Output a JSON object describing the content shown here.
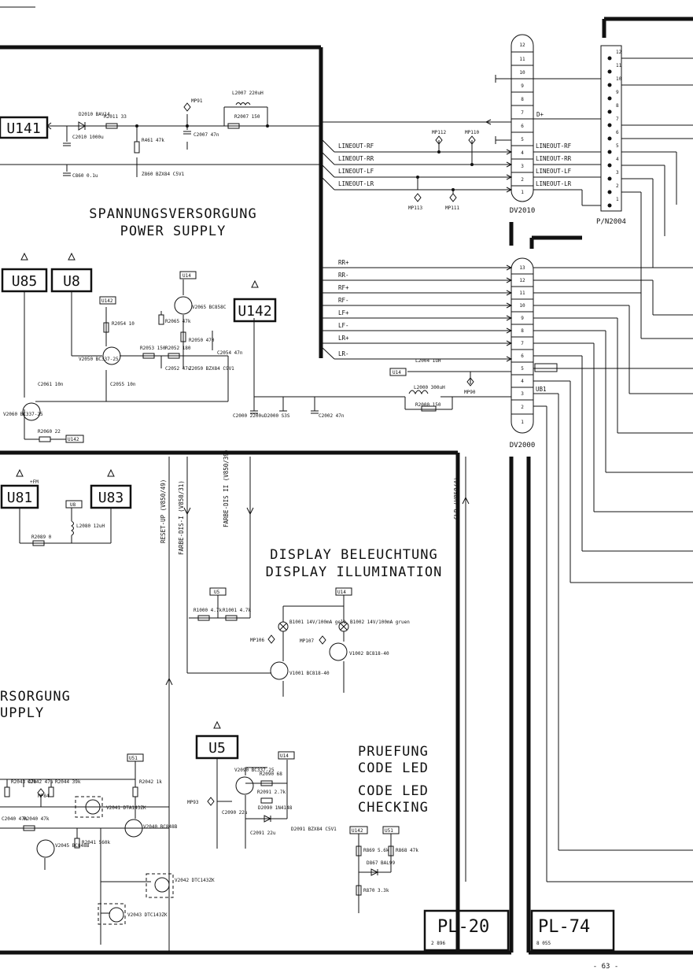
{
  "titles": {
    "power_de": "SPANNUNGSVERSORGUNG",
    "power_en": "POWER SUPPLY",
    "power2_de": "RSORGUNG",
    "power2_en": "UPPLY",
    "display_de": "DISPLAY BELEUCHTUNG",
    "display_en": "DISPLAY ILLUMINATION",
    "check_de_1": "PRUEFUNG",
    "check_de_2": "CODE LED",
    "check_en_1": "CODE LED",
    "check_en_2": "CHECKING"
  },
  "boxes": {
    "u141": "U141",
    "u85": "U85",
    "u8": "U8",
    "u142": "U142",
    "u81": "U81",
    "u83": "U83",
    "u5": "U5"
  },
  "fm_label": "+FM",
  "connectors": {
    "dv2010": "DV2010",
    "pn2004": "P/N2004",
    "dv2000": "DV2000",
    "dv2010_pins": [
      "12",
      "11",
      "10",
      "9",
      "8",
      "7",
      "6",
      "5",
      "4",
      "3",
      "2",
      "1"
    ],
    "dv2000_pins": [
      "13",
      "12",
      "11",
      "10",
      "9",
      "8",
      "7",
      "6",
      "5",
      "4",
      "3",
      "2",
      "1"
    ],
    "pn2004_pins": [
      "12",
      "11",
      "10",
      "9",
      "8",
      "7",
      "6",
      "5",
      "4",
      "3",
      "2",
      "1"
    ]
  },
  "signals": {
    "lineout_left": [
      "LINEOUT-RF",
      "LINEOUT-RR",
      "LINEOUT-LF",
      "LINEOUT-LR"
    ],
    "lineout_right": [
      "LINEOUT-RF",
      "LINEOUT-RR",
      "LINEOUT-LF",
      "LINEOUT-LR"
    ],
    "dplus": "D+",
    "speaker": [
      "RR+",
      "RR-",
      "RF+",
      "RF-",
      "LF+",
      "LF-",
      "LR+",
      "LR-"
    ],
    "ub1": "UB1",
    "mp": [
      "MP112",
      "MP110",
      "MP113",
      "MP111",
      "MP90",
      "MP106",
      "MP107",
      "MP93",
      "MP84",
      "MP91"
    ]
  },
  "vertical_signals": [
    "RESET-UP (V850/49)",
    "FARBE-DIS-I (V850/31)",
    "FARBE-DIS II (V850/39)",
    "CLR (V850/4)"
  ],
  "components": {
    "top": [
      "D2010 BAV14",
      "R2011 33",
      "R2007 150",
      "L2007 220uH",
      "C2010 1000u",
      "C2007 47n",
      "C860 0.1u",
      "Z860 BZX84 C5V1",
      "R461 47k"
    ],
    "supply": [
      "V2065 BC858C",
      "R2065 47k",
      "R2050 470",
      "C2054 47n",
      "R2054 10",
      "V2050 BC337-25",
      "R2053 150",
      "R2052 180",
      "C2052 47u",
      "Z2050 BZX84 C9V1",
      "C2055 10n",
      "C2061 10n",
      "V2060 BC337-25",
      "R2060 22",
      "C2000 2200u",
      "D2000 S3S",
      "C2002 47n"
    ],
    "dv2000": [
      "L2004 1uH",
      "L2000 300uH",
      "R2000 150"
    ],
    "fm": [
      "R2089 0",
      "L2080 12uH"
    ],
    "display": [
      "R1000 4.7k",
      "R1001 4.7k",
      "B1001 14V/100mA gelb",
      "B1002 14V/100mA gruen",
      "V1002 BC818-40",
      "V1001 BC818-40"
    ],
    "led": [
      "V2090 BC337-25",
      "R2090 68",
      "R2091 2.7k",
      "D2090 1N4148",
      "D2091 BZX84 C5V1",
      "C2090 22u",
      "C2091 22u"
    ],
    "check": [
      "R869 5.6k",
      "R868 47k",
      "D867 BAL99",
      "R870 3.3k"
    ],
    "bottom_left": [
      "R2043 47k",
      "C2042 47u",
      "R2044 39k",
      "R2042 1k",
      "V2041 DTA143ZK",
      "V2040 BC848B",
      "C2040 47n",
      "R2040 47k",
      "V2045 BC848B",
      "R2041 560k",
      "V2042 DTC143ZK",
      "V2043 DTC143ZK"
    ]
  },
  "small_labels": {
    "u14": "U14",
    "u142": "U142",
    "u5": "U5",
    "u8": "U8",
    "u51": "U51"
  },
  "plates": {
    "pl20": "PL-20",
    "pl20_sub": "2 896",
    "pl74": "PL-74",
    "pl74_sub": "8 055"
  },
  "page_number": "- 63 -"
}
